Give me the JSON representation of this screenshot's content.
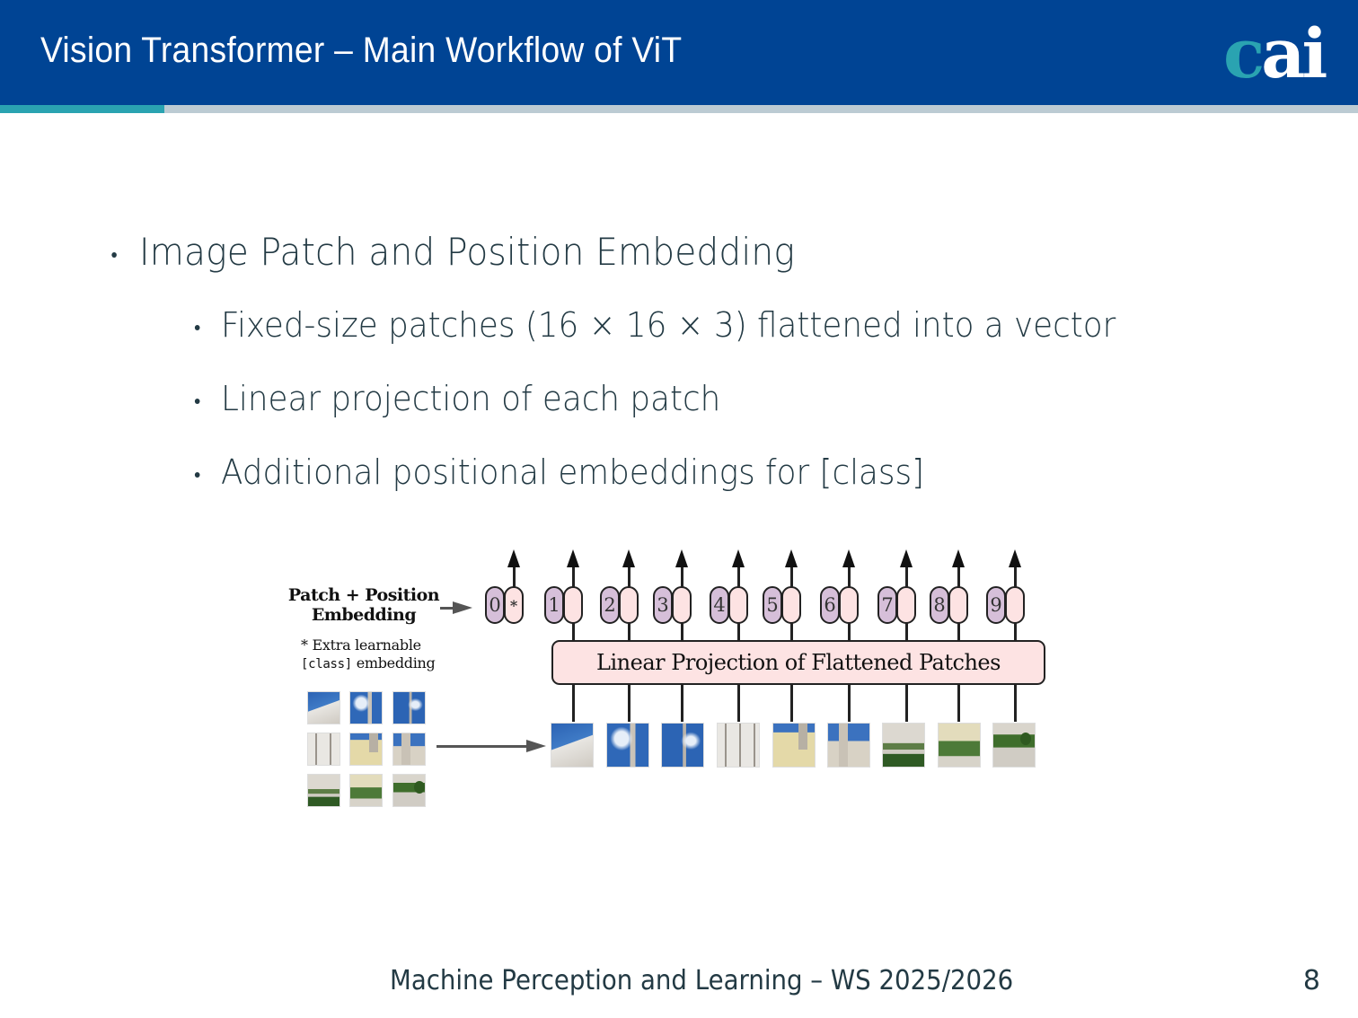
{
  "header": {
    "title": "Vision Transformer – Main Workflow of ViT",
    "logo_text": "cai",
    "colors": {
      "header_bg": "#004494",
      "accent_teal": "#2aa3b1",
      "accent_grey": "#bccbd3"
    }
  },
  "bullets": {
    "main": "Image Patch and Position Embedding",
    "sub": [
      "Fixed-size patches (16 × 16 × 3) flattened into a vector",
      "Linear projection of each patch",
      "Additional positional embeddings for [class]"
    ]
  },
  "figure": {
    "label": "Patch + Position Embedding",
    "note_star": "* Extra learnable",
    "note_class": "[class]",
    "note_embedding": "embedding",
    "projection_label": "Linear Projection of Flattened Patches",
    "tokens": [
      {
        "index": "0",
        "extra": "*"
      },
      {
        "index": "1",
        "extra": ""
      },
      {
        "index": "2",
        "extra": ""
      },
      {
        "index": "3",
        "extra": ""
      },
      {
        "index": "4",
        "extra": ""
      },
      {
        "index": "5",
        "extra": ""
      },
      {
        "index": "6",
        "extra": ""
      },
      {
        "index": "7",
        "extra": ""
      },
      {
        "index": "8",
        "extra": ""
      },
      {
        "index": "9",
        "extra": ""
      }
    ],
    "colors": {
      "position_token": "#d6bfd9",
      "patch_token": "#fde3e3"
    }
  },
  "footer": {
    "course": "Machine Perception and Learning – WS 2025/2026",
    "page": "8"
  }
}
